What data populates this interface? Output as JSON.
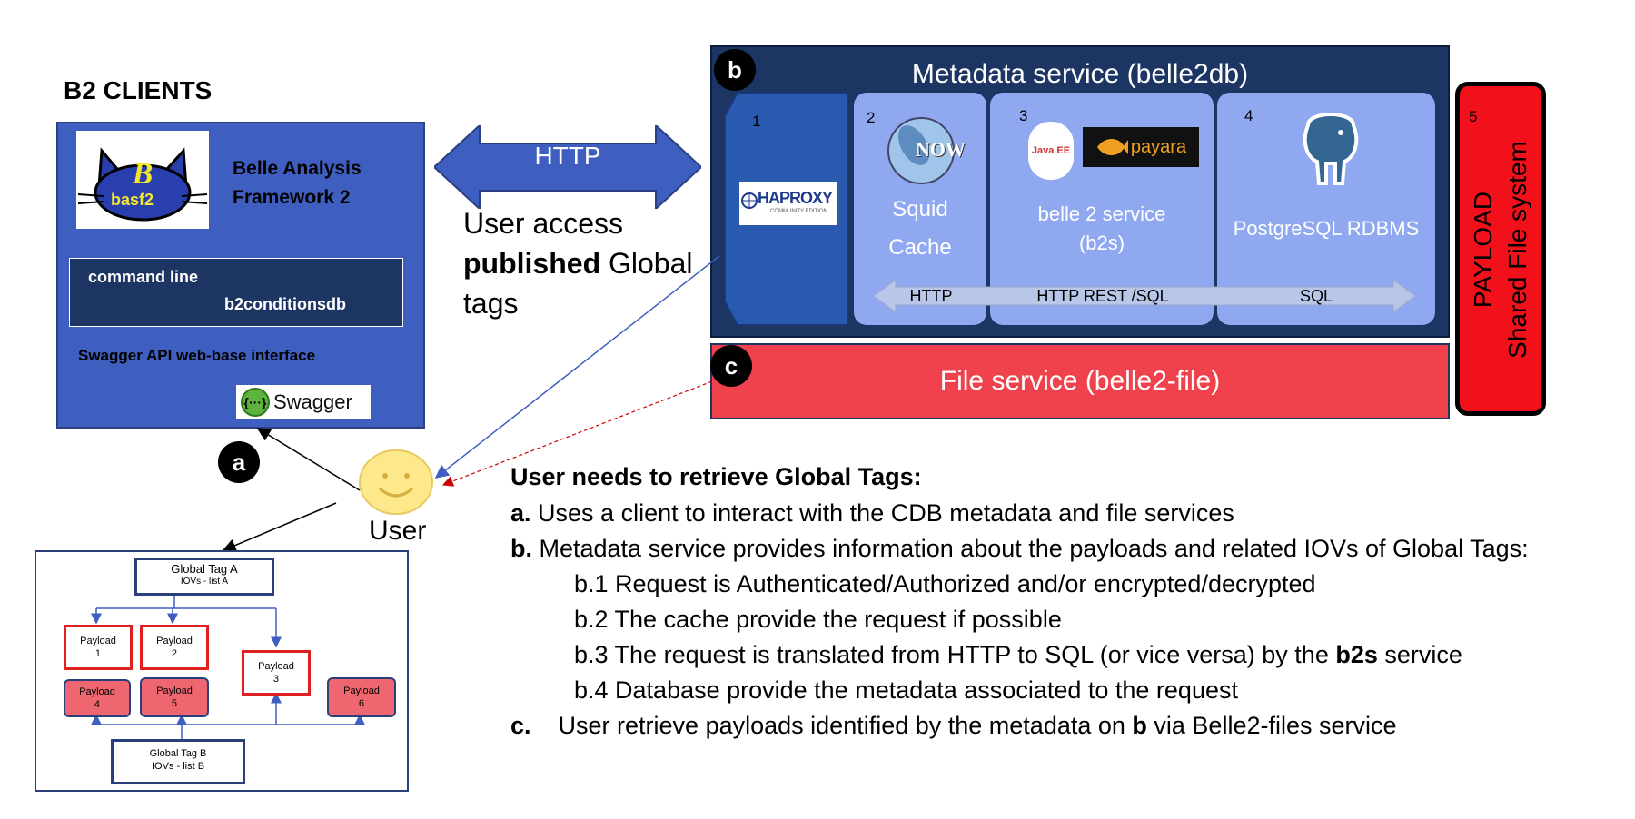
{
  "clients": {
    "title": "B2 CLIENTS",
    "basf2_logo_text": "basf2",
    "framework_line1": "Belle Analysis",
    "framework_line2": "Framework 2",
    "cmd_line1": "command line",
    "cmd_line2": "b2conditionsdb",
    "swagger_api": "Swagger API web-base interface",
    "swagger_logo": "Swagger",
    "label": "a"
  },
  "http_arrow": {
    "label": "HTTP"
  },
  "user_access": {
    "line1": "User access",
    "line2_bold": "published",
    "line2_rest": " Global",
    "line3": "tags"
  },
  "metadata": {
    "label": "b",
    "title": "Metadata service (belle2db)",
    "comp1": {
      "num": "1",
      "logo": "HAPROXY",
      "logo_sub": "COMMUNITY EDITION"
    },
    "comp2": {
      "num": "2",
      "logo": "NOW",
      "line1": "Squid",
      "line2": "Cache"
    },
    "comp3": {
      "num": "3",
      "java": "Java EE",
      "payara": "payara",
      "line1": "belle 2 service",
      "line2": "(b2s)"
    },
    "comp4": {
      "num": "4",
      "line1": "PostgreSQL RDBMS"
    },
    "flow_http": "HTTP",
    "flow_rest": "HTTP REST /SQL",
    "flow_sql": "SQL"
  },
  "file_service": {
    "label": "c",
    "title": "File service (belle2-file)"
  },
  "payload_fs": {
    "num": "5",
    "line1": "PAYLOAD",
    "line2": "Shared File system"
  },
  "user": {
    "label": "User"
  },
  "tags_diagram": {
    "gt_a_title": "Global Tag A",
    "gt_a_sub": "IOVs - list A",
    "gt_b_title": "Global Tag B",
    "gt_b_sub": "IOVs - list B",
    "payload_word": "Payload",
    "p1": "1",
    "p2": "2",
    "p3": "3",
    "p4": "4",
    "p5": "5",
    "p6": "6"
  },
  "explanation": {
    "heading": "User needs to retrieve Global Tags:",
    "a_label": "a.",
    "a_text": " Uses a client to interact with the CDB metadata and file services",
    "b_label": "b.",
    "b_text": " Metadata service provides information about the payloads and related IOVs of Global Tags:",
    "b1": "b.1 Request is Authenticated/Authorized and/or encrypted/decrypted",
    "b2": "b.2 The cache provide the request if possible",
    "b3_pre": "b.3 The request is translated from HTTP to SQL (or vice versa) by the ",
    "b3_bold": "b2s",
    "b3_post": " service",
    "b4": "b.4 Database provide the metadata associated to the request",
    "c_label": "c.",
    "c_pre": "    User retrieve payloads identified by the metadata on ",
    "c_bold": "b",
    "c_post": " via Belle2-files service"
  },
  "colors": {
    "client_blue": "#3f5fc0",
    "metadata_navy": "#1d3563",
    "component_blue": "#8fa8f0",
    "file_red": "#f0424c",
    "payload_red": "#f2101a"
  }
}
